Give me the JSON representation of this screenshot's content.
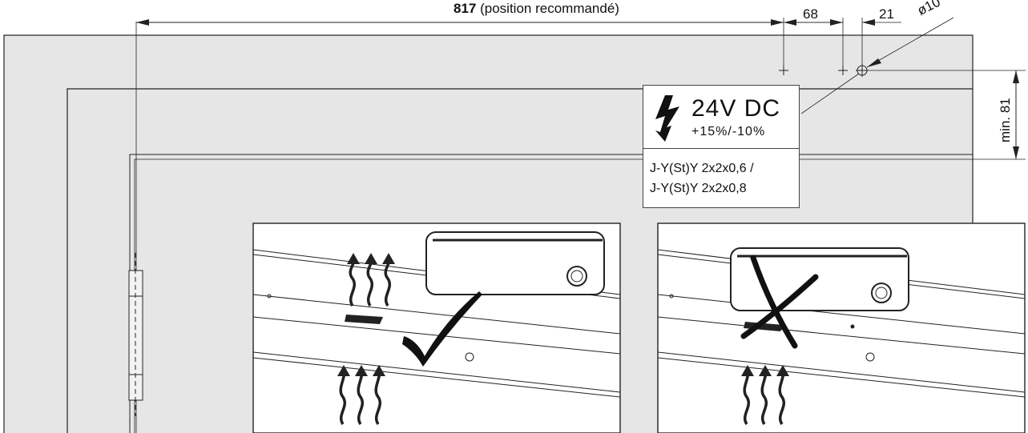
{
  "dimensions": {
    "main_value": "817",
    "main_note": "(position recommandé)",
    "spacing_a": "68",
    "spacing_b": "21",
    "hole_diameter": "ø10",
    "min_height": "min. 81"
  },
  "power_label": {
    "voltage": "24V DC",
    "tolerance": "+15%/-10%",
    "cable_1": "J-Y(St)Y 2x2x0,6 /",
    "cable_2": "J-Y(St)Y 2x2x0,8"
  },
  "panels": [
    {
      "verdict": "correct",
      "symbol": "check-mark"
    },
    {
      "verdict": "incorrect",
      "symbol": "cross-mark"
    }
  ],
  "icons": [
    "lightning-bolt-icon",
    "heat-arrows-icon",
    "check-icon",
    "cross-icon",
    "hinge-icon"
  ],
  "colors": {
    "frame_fill": "#e6e6e6",
    "line": "#1a1a1a",
    "panel_fill": "#ffffff"
  }
}
